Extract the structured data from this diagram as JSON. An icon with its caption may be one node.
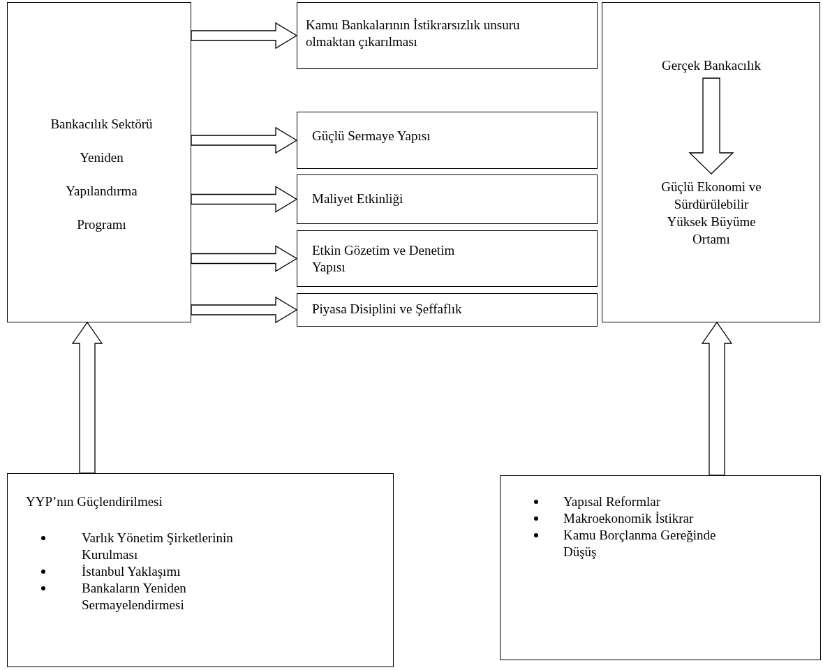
{
  "diagram": {
    "nodes": [
      {
        "text": [
          "Bankacılık Sektörü Yeniden Yapılandırma Programı"
        ]
      },
      {
        "text": [
          "Kamu Bankalarının İstikrarsızlık unsuru olmaktan çıkarılması"
        ]
      },
      {
        "text": [
          "Güçlü Sermaye Yapısı"
        ]
      },
      {
        "text": [
          "Maliyet Etkinliği"
        ]
      },
      {
        "text": [
          "Etkin Gözetim ve Denetim Yapısı"
        ]
      },
      {
        "text": [
          "Piyasa Disiplini ve Şeffaflık"
        ]
      },
      {
        "text": [],
        "shape": "box"
      },
      {
        "text": [
          "Gerçek Bankacılık"
        ],
        "in": 6
      },
      {
        "text": [
          "Güçlü Ekonomi ve Sürdürülebilir Yüksek Büyüme Ortamı"
        ],
        "in": 6
      },
      {
        "text": [
          "YYP’nın Güçlendirilmesi",
          "Varlık Yönetim Şirketlerinin Kurulması",
          "İstanbul Yaklaşımı",
          "Bankaların Yeniden Sermayelendirmesi"
        ]
      },
      {
        "text": [
          "Yapısal Reformlar",
          "Makroekonomik İstikrar",
          "Kamu Borçlanma Gereğinde Düşüş"
        ]
      }
    ],
    "edges": [
      {
        "from": 0,
        "to": 1,
        "arrow": "to"
      },
      {
        "from": 0,
        "to": 2,
        "arrow": "to"
      },
      {
        "from": 0,
        "to": 3,
        "arrow": "to"
      },
      {
        "from": 0,
        "to": 4,
        "arrow": "to"
      },
      {
        "from": 0,
        "to": 5,
        "arrow": "to"
      },
      {
        "from": 7,
        "to": 8,
        "arrow": "to"
      },
      {
        "from": 9,
        "to": 0,
        "arrow": "to"
      },
      {
        "from": 10,
        "to": 6,
        "arrow": "to"
      }
    ]
  }
}
